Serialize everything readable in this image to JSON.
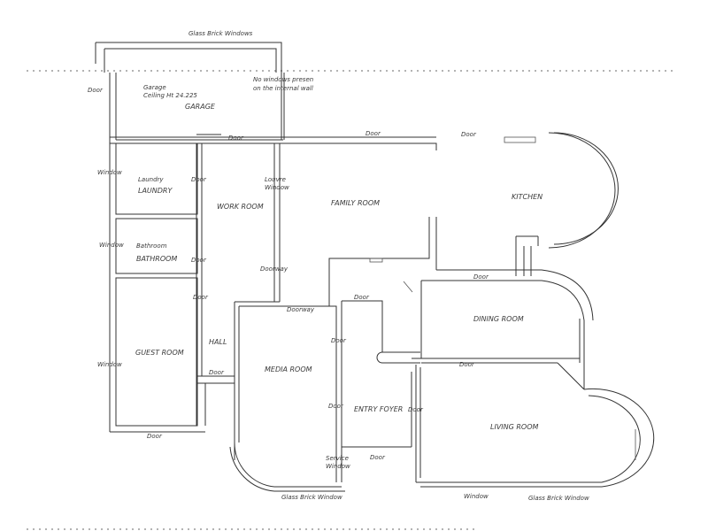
{
  "rooms": {
    "garage": "GARAGE",
    "laundry": "LAUNDRY",
    "bathroom": "BATHROOM",
    "guest_room": "GUEST ROOM",
    "work_room": "WORK ROOM",
    "hall": "HALL",
    "media_room": "MEDIA ROOM",
    "family_room": "FAMILY ROOM",
    "kitchen": "KITCHEN",
    "dining_room": "DINING ROOM",
    "entry_foyer": "ENTRY FOYER",
    "living_room": "LIVING ROOM"
  },
  "notes": {
    "glass_brick_top": "Glass Brick Windows",
    "garage_ceiling_1": "Garage",
    "garage_ceiling_2": "Ceiling Ht 24.225",
    "no_windows_1": "No windows presen",
    "no_windows_2": "on the internal wall",
    "laundry_small": "Laundry",
    "bathroom_small": "Bathroom",
    "louvre_1": "Louvre",
    "louvre_2": "Window",
    "service_1": "Service",
    "service_2": "Window"
  },
  "labels": {
    "door": "Door",
    "window": "Window",
    "doorway": "Doorway",
    "glass_brick_window": "Glass Brick Window"
  }
}
